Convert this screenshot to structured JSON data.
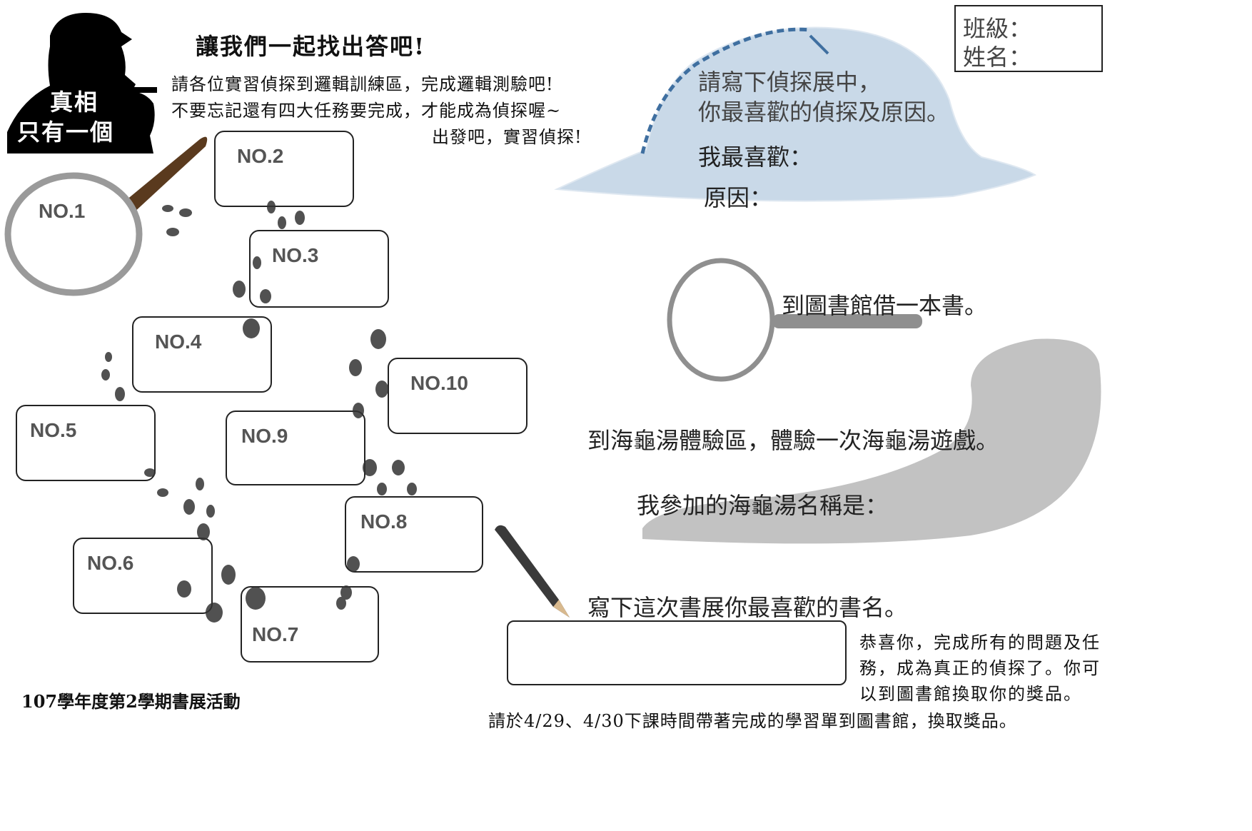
{
  "silhouette": {
    "line1": "真相",
    "line2": "只有一個"
  },
  "header": {
    "title": "讓我們一起找出答吧!",
    "intro1": "請各位實習偵探到邏輯訓練區，完成邏輯測驗吧!",
    "intro2": "不要忘記還有四大任務要完成，才能成為偵探喔~",
    "intro3": "出發吧，實習偵探!"
  },
  "student": {
    "class_label": "班級：",
    "name_label": "姓名："
  },
  "boxes": [
    "NO.1",
    "NO.2",
    "NO.3",
    "NO.4",
    "NO.5",
    "NO.6",
    "NO.7",
    "NO.8",
    "NO.9",
    "NO.10"
  ],
  "tasks": {
    "hat_q1": "請寫下偵探展中，",
    "hat_q2": "你最喜歡的偵探及原因。",
    "hat_like": "我最喜歡：",
    "hat_reason": "原因：",
    "borrow": "到圖書館借一本書。",
    "soup": "到海龜湯體驗區，體驗一次海龜湯遊戲。",
    "soup_name": "我參加的海龜湯名稱是：",
    "book_title": "寫下這次書展你最喜歡的書名。"
  },
  "congrats": {
    "line1": "恭喜你，完成所有的問題及任",
    "line2": "務，成為真正的偵探了。你可",
    "line3": "以到圖書館換取你的獎品。"
  },
  "footer": {
    "note": "請於4/29、4/30下課時間帶著完成的學習單到圖書館，換取獎品。",
    "event": "107學年度第2學期書展活動"
  },
  "colors": {
    "hat": "#c9d9e8",
    "hat_band": "#3f6fa0",
    "pipe": "#9a9a9a",
    "magnifier_handle": "#5a3a1e"
  }
}
